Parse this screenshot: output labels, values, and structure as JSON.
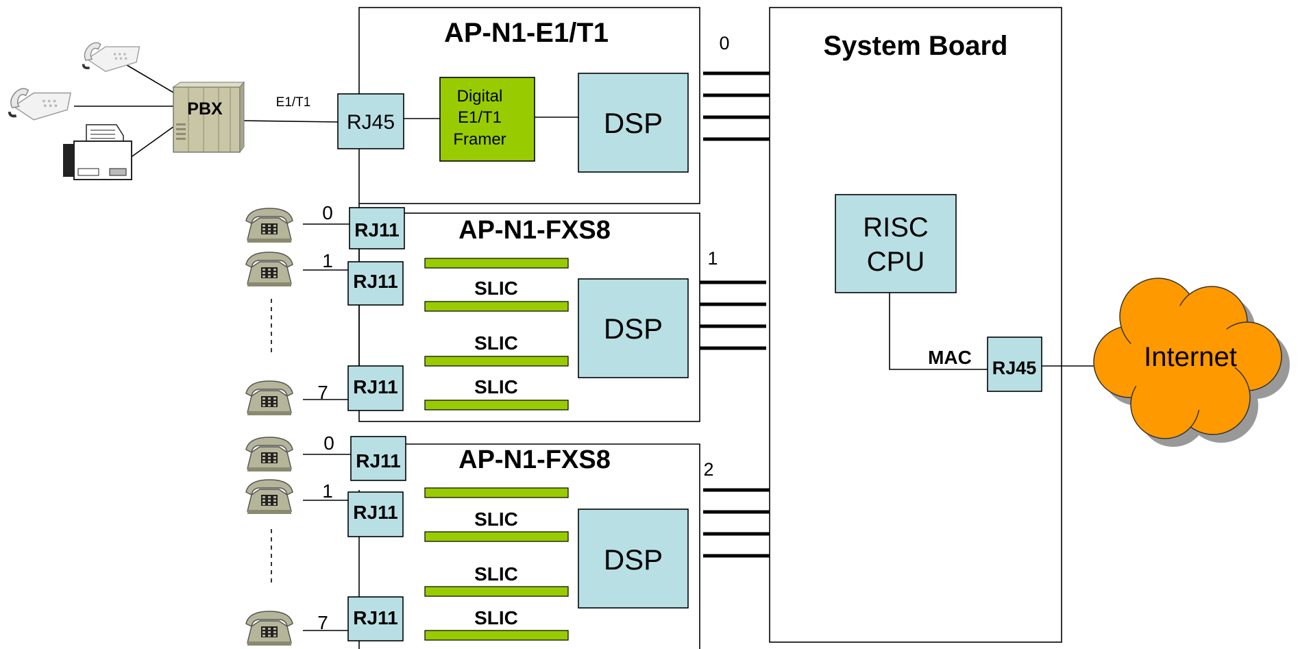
{
  "e1t1_card": {
    "title": "AP-N1-E1/T1",
    "port": "RJ45",
    "framer": [
      "Digital",
      "E1/T1",
      "Framer"
    ],
    "dsp": "DSP",
    "bus_index": "0"
  },
  "pbx": {
    "label": "PBX",
    "link_label": "E1/T1"
  },
  "fxs_cards": [
    {
      "title": "AP-N1-FXS8",
      "bus_index": "1",
      "ports": [
        {
          "index": "0",
          "label": "RJ11"
        },
        {
          "index": "1",
          "label": "RJ11"
        },
        {
          "index": "7",
          "label": "RJ11"
        }
      ],
      "slic_labels": [
        "SLIC",
        "SLIC",
        "SLIC"
      ],
      "dsp": "DSP"
    },
    {
      "title": "AP-N1-FXS8",
      "bus_index": "2",
      "ports": [
        {
          "index": "0",
          "label": "RJ11"
        },
        {
          "index": "1",
          "label": "RJ11"
        },
        {
          "index": "7",
          "label": "RJ11"
        }
      ],
      "slic_labels": [
        "SLIC",
        "SLIC",
        "SLIC"
      ],
      "dsp": "DSP"
    }
  ],
  "system_board": {
    "title": "System Board",
    "cpu": [
      "RISC",
      "CPU"
    ],
    "mac_label": "MAC",
    "port": "RJ45"
  },
  "internet": {
    "label": "Internet",
    "fill_color": "#ff9900",
    "shadow_color": "#999999"
  },
  "colors": {
    "component_fill": "#b8dfe4",
    "slic_fill": "#99cc00",
    "phone_fill": "#b5b59a"
  },
  "icons": {
    "desk_phone": "desk-phone-icon",
    "analog_phone": "analog-phone-icon",
    "fax": "fax-machine-icon",
    "pbx": "pbx-cabinet-icon",
    "cloud": "cloud-icon"
  }
}
